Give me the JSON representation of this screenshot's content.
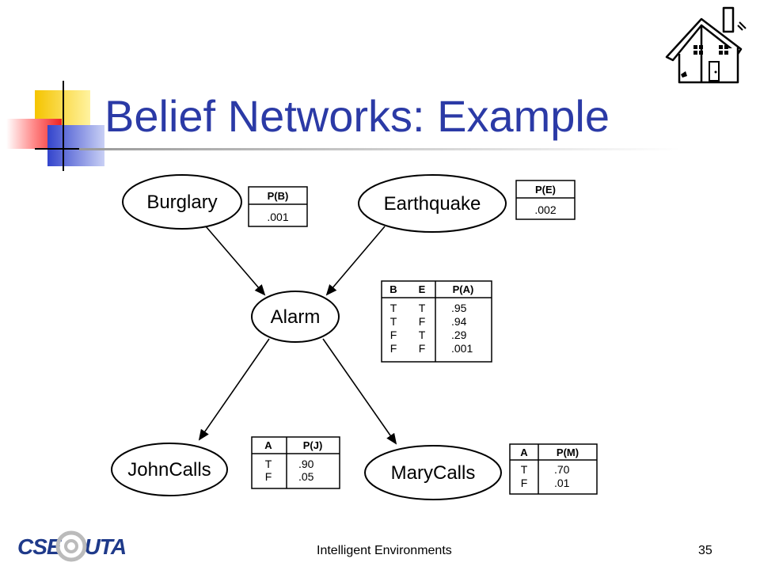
{
  "slide": {
    "title": "Belief Networks: Example",
    "footer_title": "Intelligent Environments",
    "page_number": "35",
    "logo": {
      "left": "CSE",
      "right": "UTA",
      "icon": "cse-uta-logo-icon"
    },
    "corner_icon": "house-icon",
    "accent_colors": {
      "title": "#2b3aa6",
      "yellow": "#f5c400",
      "blue": "#3344cc",
      "red": "#ee2222"
    }
  },
  "network": {
    "nodes": [
      {
        "id": "burglary",
        "label": "Burglary"
      },
      {
        "id": "earthquake",
        "label": "Earthquake"
      },
      {
        "id": "alarm",
        "label": "Alarm"
      },
      {
        "id": "johncalls",
        "label": "JohnCalls"
      },
      {
        "id": "marycalls",
        "label": "MaryCalls"
      }
    ],
    "edges": [
      {
        "from": "Burglary",
        "to": "Alarm"
      },
      {
        "from": "Earthquake",
        "to": "Alarm"
      },
      {
        "from": "Alarm",
        "to": "JohnCalls"
      },
      {
        "from": "Alarm",
        "to": "MaryCalls"
      }
    ],
    "cpt_b": {
      "header": "P(B)",
      "value": ".001"
    },
    "cpt_e": {
      "header": "P(E)",
      "value": ".002"
    },
    "cpt_a": {
      "headers": [
        "B",
        "E",
        "P(A)"
      ],
      "rows": [
        [
          "T",
          "T",
          ".95"
        ],
        [
          "T",
          "F",
          ".94"
        ],
        [
          "F",
          "T",
          ".29"
        ],
        [
          "F",
          "F",
          ".001"
        ]
      ]
    },
    "cpt_j": {
      "headers": [
        "A",
        "P(J)"
      ],
      "rows": [
        [
          "T",
          ".90"
        ],
        [
          "F",
          ".05"
        ]
      ]
    },
    "cpt_m": {
      "headers": [
        "A",
        "P(M)"
      ],
      "rows": [
        [
          "T",
          ".70"
        ],
        [
          "F",
          ".01"
        ]
      ]
    }
  }
}
